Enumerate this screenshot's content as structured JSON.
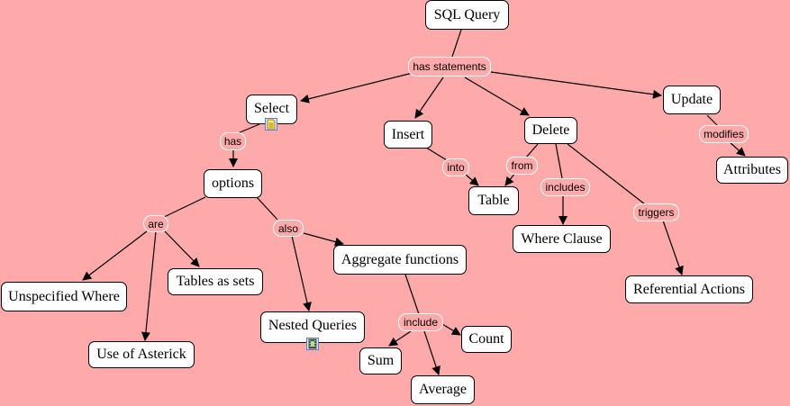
{
  "concepts": {
    "sql_query": "SQL Query",
    "select": "Select",
    "insert": "Insert",
    "delete": "Delete",
    "update": "Update",
    "options": "options",
    "table": "Table",
    "attributes": "Attributes",
    "where_clause": "Where Clause",
    "referential_actions": "Referential Actions",
    "aggregate_functions": "Aggregate functions",
    "unspecified_where": "Unspecified Where",
    "tables_as_sets": "Tables as sets",
    "nested_queries": "Nested Queries",
    "use_of_asterick": "Use of Asterick",
    "count": "Count",
    "sum": "Sum",
    "average": "Average"
  },
  "linking_phrases": {
    "has_statements": "has statements",
    "has": "has",
    "into": "into",
    "from": "from",
    "modifies": "modifies",
    "includes": "includes",
    "triggers": "triggers",
    "are": "are",
    "also": "also",
    "include": "include"
  },
  "icons": {
    "select_resource": "document-icon",
    "nested_queries_resource": "film-icon"
  },
  "colors": {
    "background": "#ffaaaa",
    "node_fill": "#ffffff",
    "node_border": "#000000",
    "link_border": "#ffffff"
  }
}
